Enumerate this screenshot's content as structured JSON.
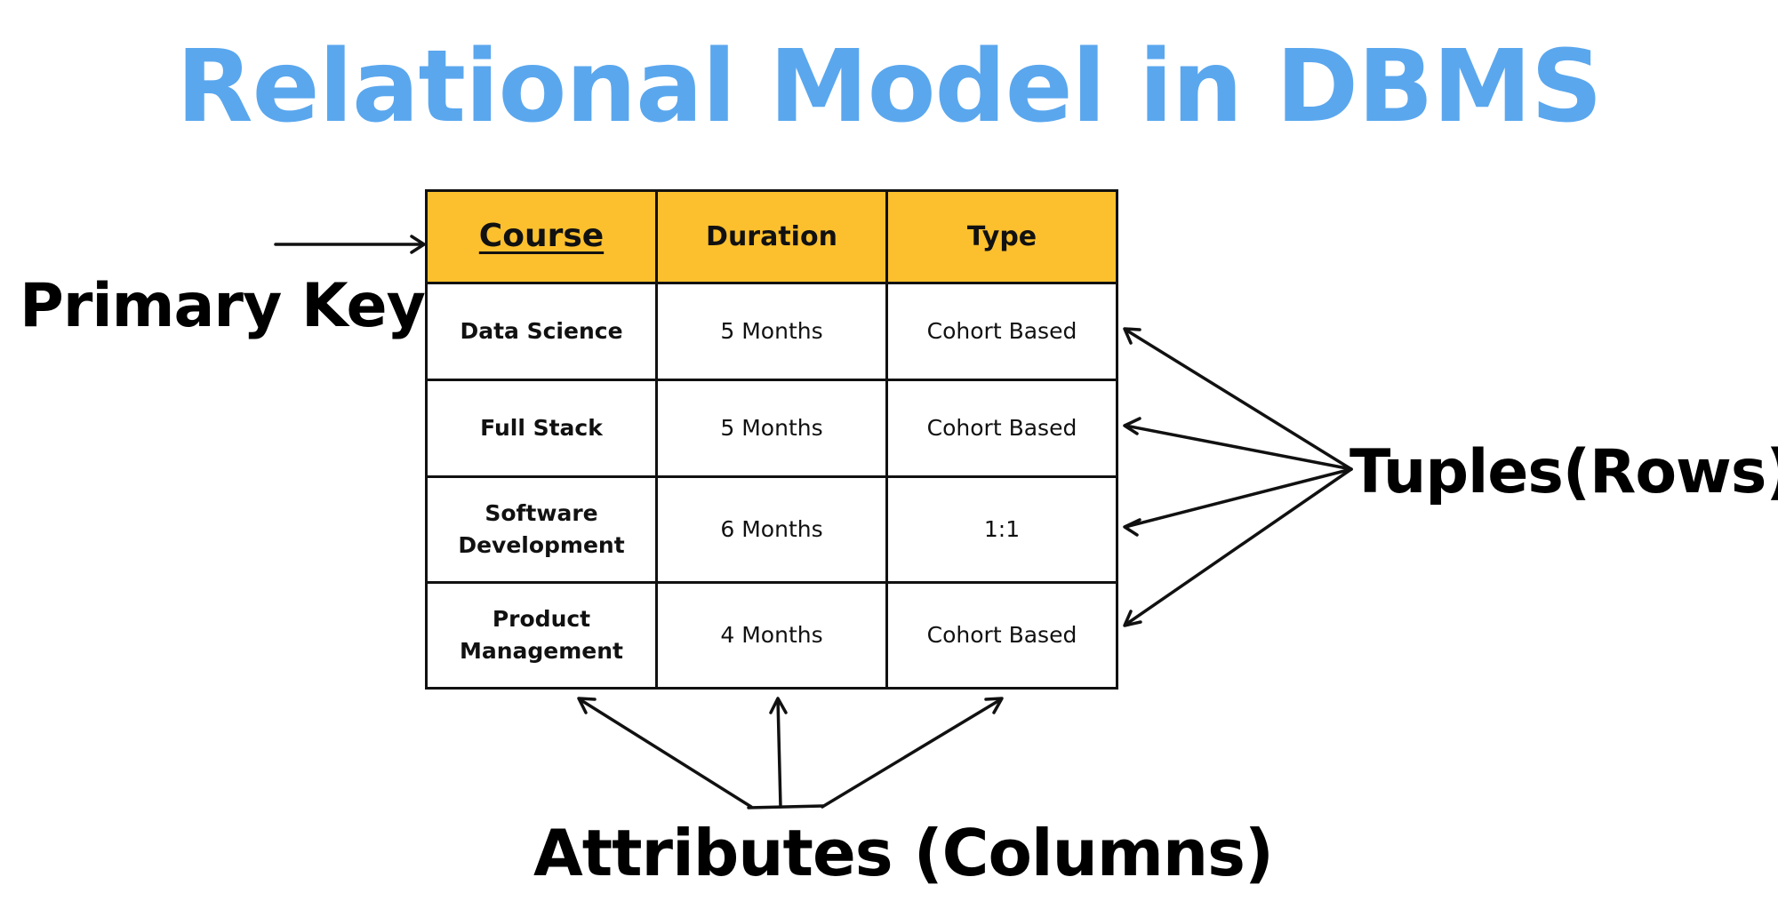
{
  "title": "Relational Model in DBMS",
  "labels": {
    "primary_key": "Primary Key",
    "tuples": "Tuples(Rows)",
    "attributes": "Attributes (Columns)"
  },
  "table": {
    "headers": [
      "Course",
      "Duration",
      "Type"
    ],
    "rows": [
      [
        "Data Science",
        "5 Months",
        "Cohort Based"
      ],
      [
        "Full Stack",
        "5 Months",
        "Cohort Based"
      ],
      [
        "Software Development",
        "6 Months",
        "1:1"
      ],
      [
        "Product Management",
        "4 Months",
        "Cohort Based"
      ]
    ]
  },
  "colors": {
    "title": "#5aa7ee",
    "header_fill": "#fcc02e",
    "border": "#111111",
    "text": "#000000"
  }
}
